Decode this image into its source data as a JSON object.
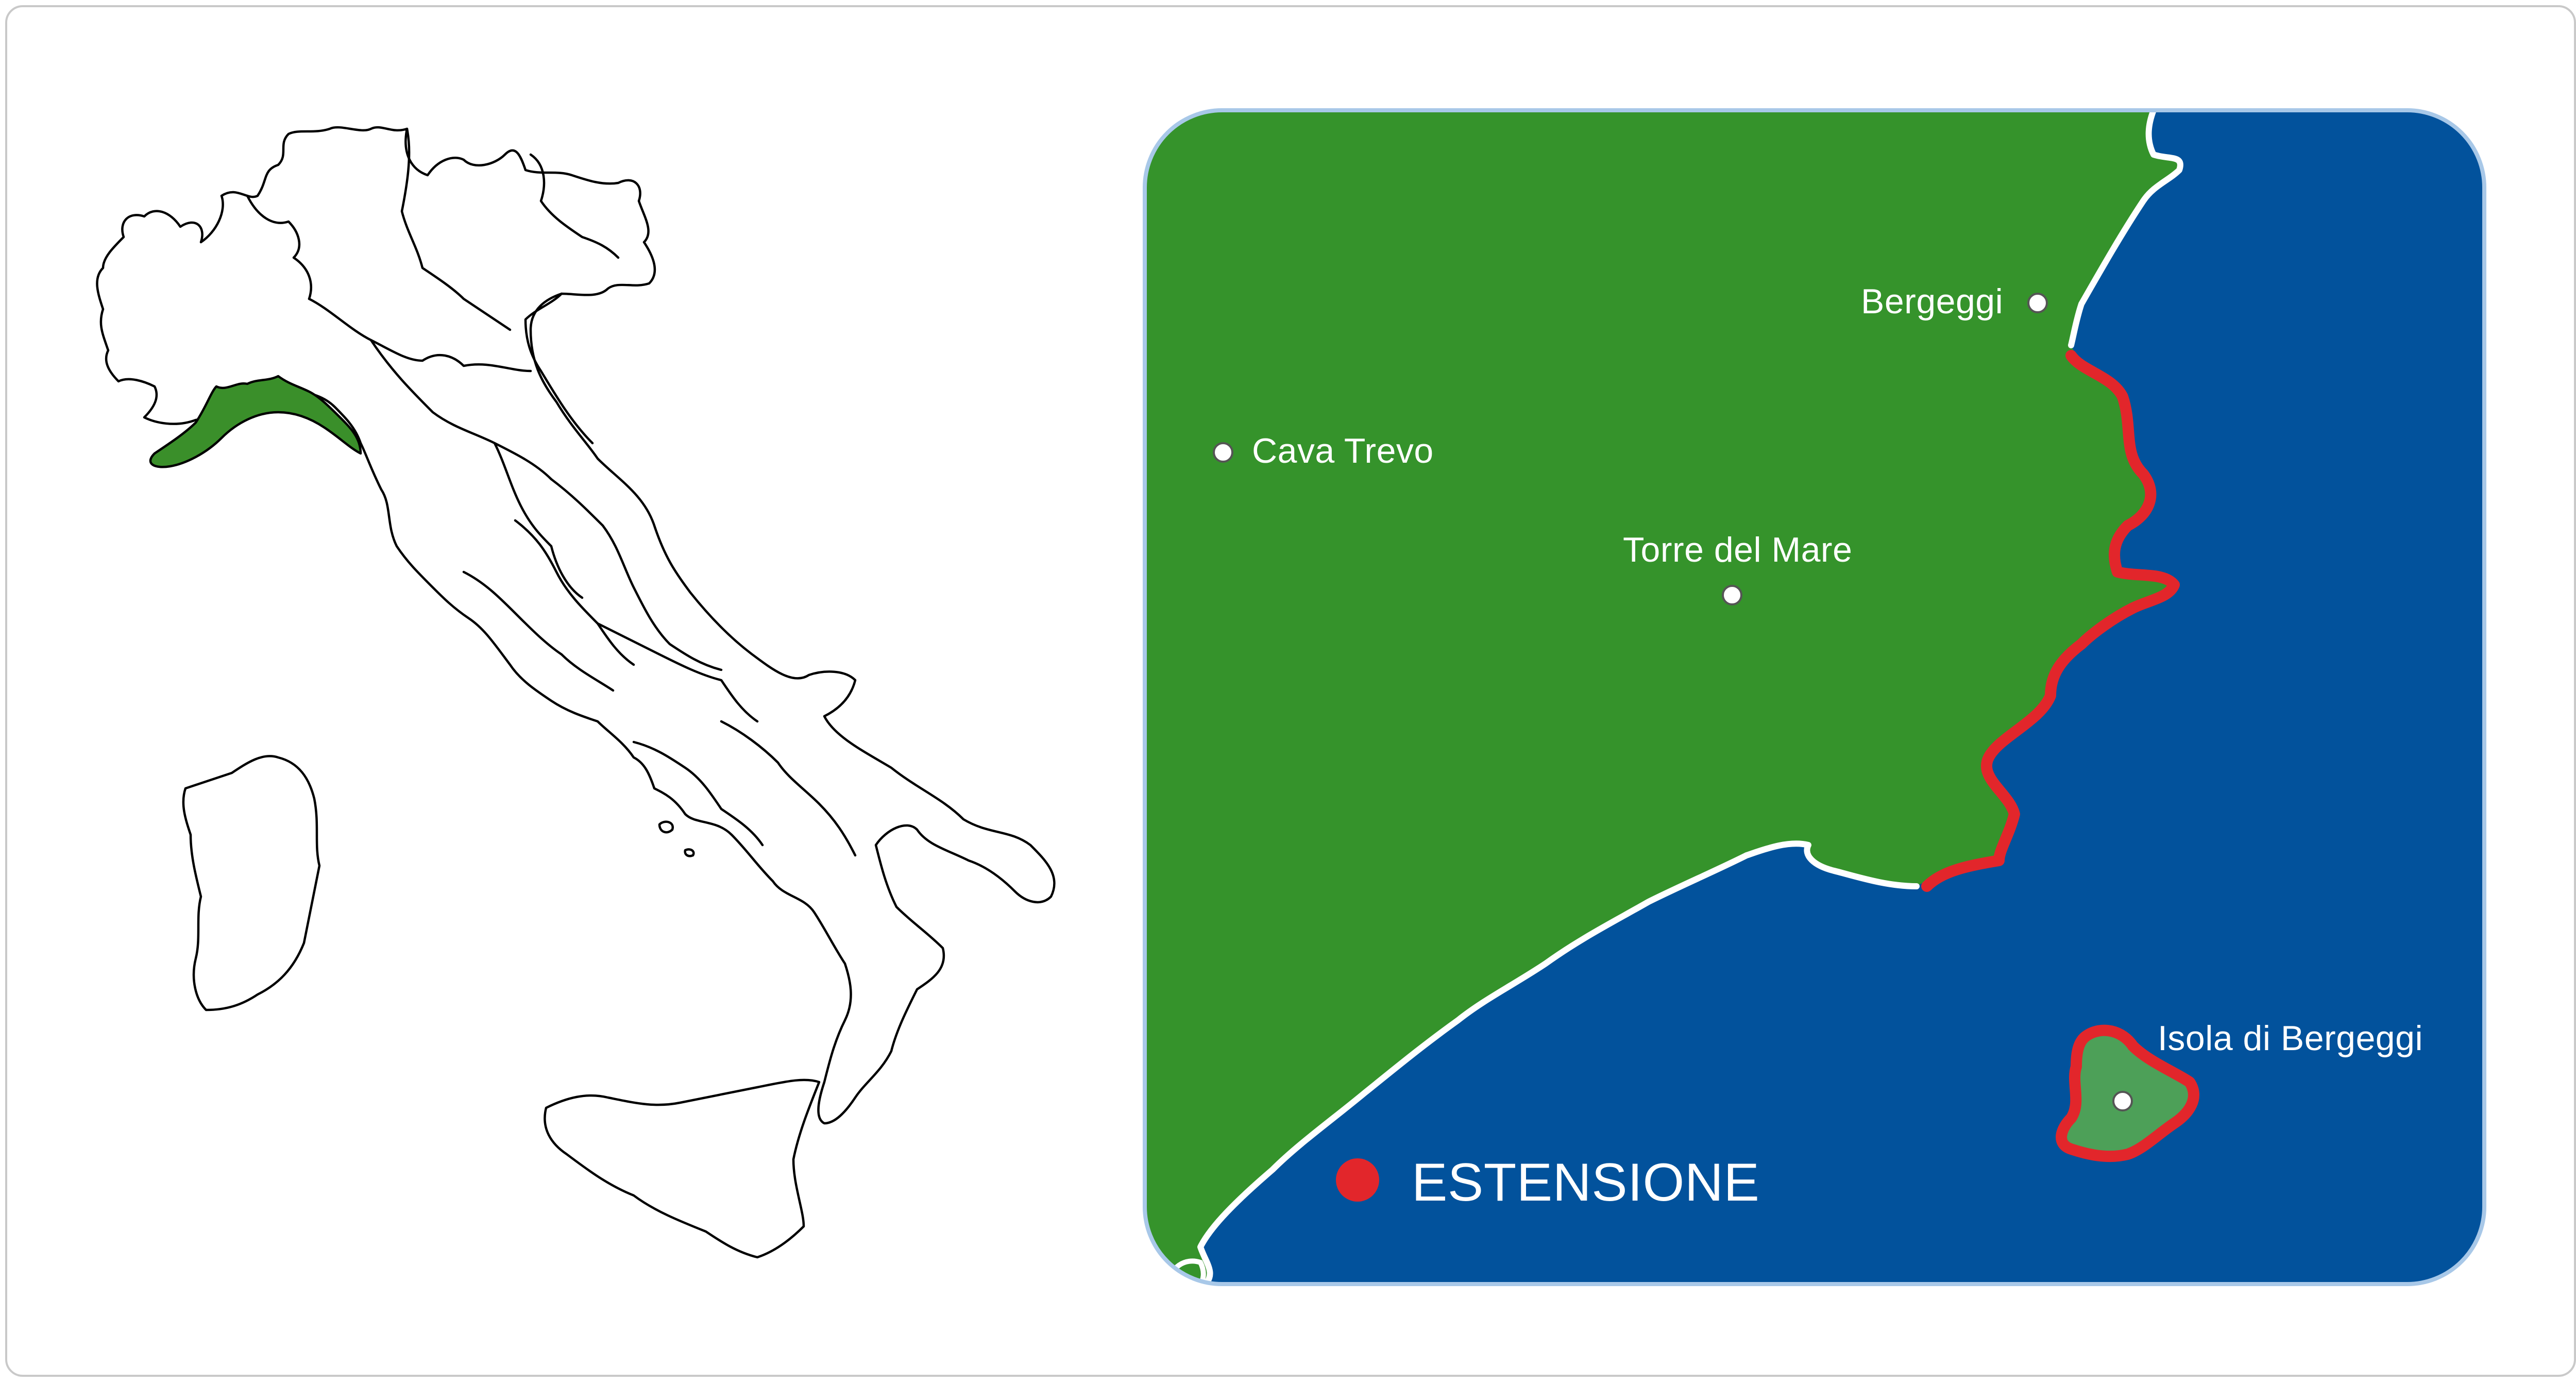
{
  "locator_map": {
    "region_color": "#3a8f2a",
    "border_color": "#000000"
  },
  "detail_map": {
    "colors": {
      "land": "#35932b",
      "sea": "#02529c",
      "coast": "#ffffff",
      "protected_edge": "#e2262b",
      "island_fill": "#4da058",
      "frame_edge": "#a8c8e8"
    },
    "places": [
      {
        "name": "Bergeggi"
      },
      {
        "name": "Cava Trevo"
      },
      {
        "name": "Torre del Mare"
      },
      {
        "name": "Isola di Bergeggi"
      }
    ],
    "legend": {
      "label": "ESTENSIONE",
      "marker_color": "#e2262b"
    }
  }
}
